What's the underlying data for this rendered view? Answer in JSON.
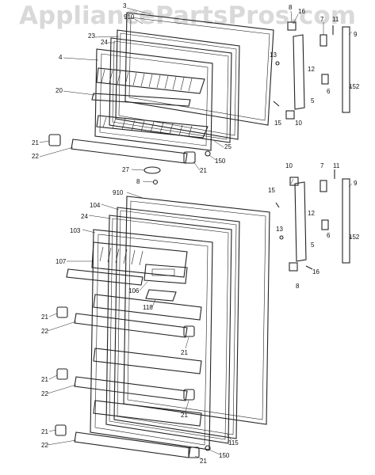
{
  "watermark": "AppliancePartsPros.com",
  "callouts": [
    {
      "id": "c3",
      "text": "3"
    },
    {
      "id": "c910a",
      "text": "910"
    },
    {
      "id": "c23",
      "text": "23"
    },
    {
      "id": "c24a",
      "text": "24"
    },
    {
      "id": "c4",
      "text": "4"
    },
    {
      "id": "c20",
      "text": "20"
    },
    {
      "id": "c21a",
      "text": "21"
    },
    {
      "id": "c22a",
      "text": "22"
    },
    {
      "id": "c25",
      "text": "25"
    },
    {
      "id": "c150a",
      "text": "150"
    },
    {
      "id": "c21b",
      "text": "21"
    },
    {
      "id": "c27",
      "text": "27"
    },
    {
      "id": "c8a",
      "text": "8"
    },
    {
      "id": "c8b",
      "text": "8"
    },
    {
      "id": "c16a",
      "text": "16"
    },
    {
      "id": "c7a",
      "text": "7"
    },
    {
      "id": "c11a",
      "text": "11"
    },
    {
      "id": "c9a",
      "text": "9"
    },
    {
      "id": "c13a",
      "text": "13"
    },
    {
      "id": "c12a",
      "text": "12"
    },
    {
      "id": "c152a",
      "text": "152"
    },
    {
      "id": "c6a",
      "text": "6"
    },
    {
      "id": "c5a",
      "text": "5"
    },
    {
      "id": "c15a",
      "text": "15"
    },
    {
      "id": "c10a",
      "text": "10"
    },
    {
      "id": "c10b",
      "text": "10"
    },
    {
      "id": "c7b",
      "text": "7"
    },
    {
      "id": "c11b",
      "text": "11"
    },
    {
      "id": "c9b",
      "text": "9"
    },
    {
      "id": "c15b",
      "text": "15"
    },
    {
      "id": "c12b",
      "text": "12"
    },
    {
      "id": "c152b",
      "text": "152"
    },
    {
      "id": "c13b",
      "text": "13"
    },
    {
      "id": "c6b",
      "text": "6"
    },
    {
      "id": "c5b",
      "text": "5"
    },
    {
      "id": "c16b",
      "text": "16"
    },
    {
      "id": "c8c",
      "text": "8"
    },
    {
      "id": "c910b",
      "text": "910"
    },
    {
      "id": "c104",
      "text": "104"
    },
    {
      "id": "c24b",
      "text": "24"
    },
    {
      "id": "c103",
      "text": "103"
    },
    {
      "id": "c107",
      "text": "107"
    },
    {
      "id": "c106",
      "text": "106"
    },
    {
      "id": "c118",
      "text": "118"
    },
    {
      "id": "c21c",
      "text": "21"
    },
    {
      "id": "c22b",
      "text": "22"
    },
    {
      "id": "c21d",
      "text": "21"
    },
    {
      "id": "c21e",
      "text": "21"
    },
    {
      "id": "c22c",
      "text": "22"
    },
    {
      "id": "c21f",
      "text": "21"
    },
    {
      "id": "c21g",
      "text": "21"
    },
    {
      "id": "c22d",
      "text": "22"
    },
    {
      "id": "c150b",
      "text": "150"
    },
    {
      "id": "c21h",
      "text": "21"
    },
    {
      "id": "c115",
      "text": "115"
    }
  ]
}
